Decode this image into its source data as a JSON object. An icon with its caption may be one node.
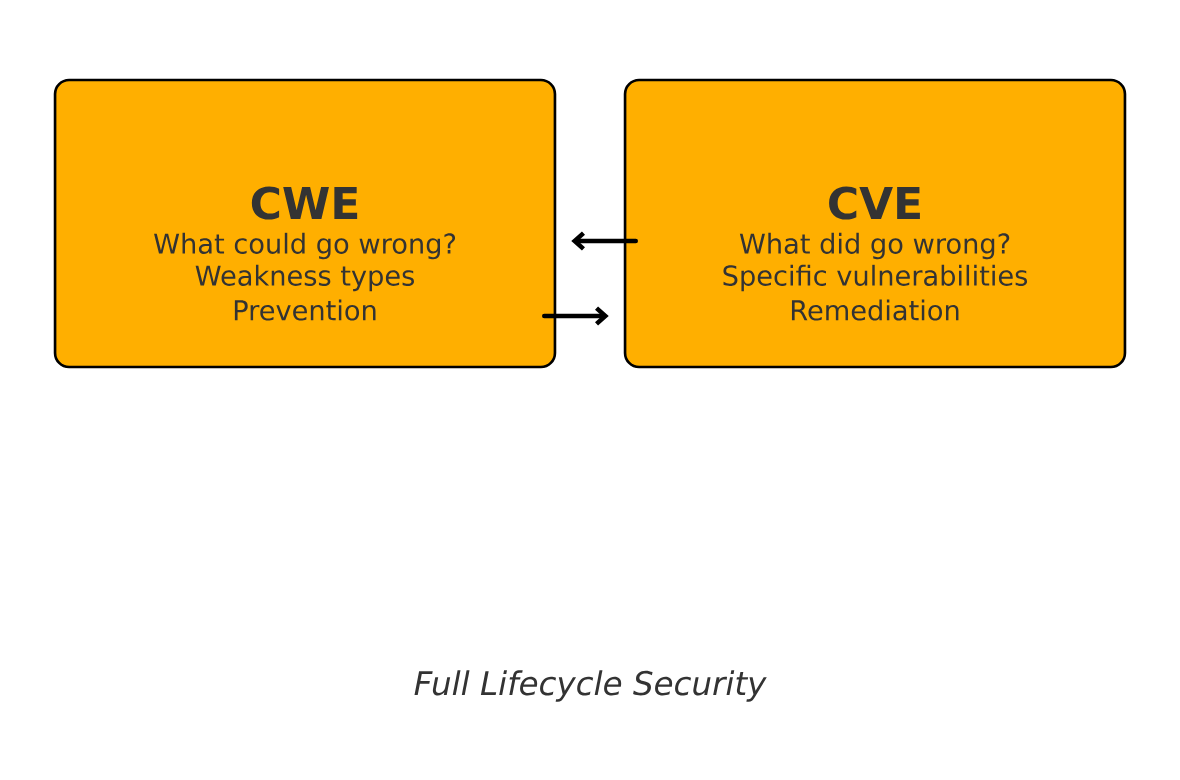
{
  "diagram": {
    "caption": "Full Lifecycle Security",
    "nodes": [
      {
        "text": [
          "CWE",
          "What could go wrong?",
          "Weakness types",
          "Prevention"
        ]
      },
      {
        "text": [
          "CVE",
          "What did go wrong?",
          "Specific vulnerabilities",
          "Remediation"
        ]
      }
    ],
    "edges": [
      {
        "from": 1,
        "to": 0,
        "arrow": "to"
      },
      {
        "from": 0,
        "to": 1,
        "arrow": "to"
      }
    ]
  }
}
